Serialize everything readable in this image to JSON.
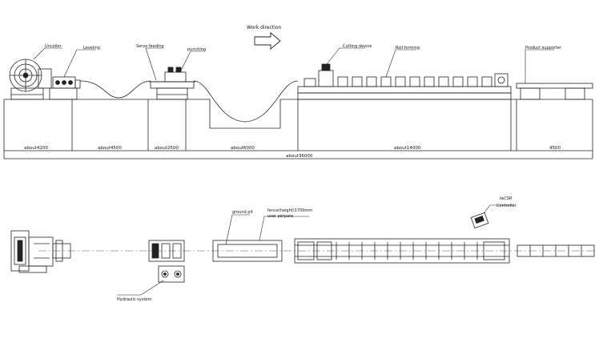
{
  "header": {
    "work_direction": "Work direction"
  },
  "side_view": {
    "labels": {
      "uncoiler": "Uncoiler",
      "leveling": "Leveling",
      "servo_feeding": "Servo feeding",
      "punching": "punching",
      "cutting_device": "Cutting device",
      "roll_forming": "Roll forming",
      "product_supporter": "Product supporter"
    },
    "dimensions": {
      "d1": "about4100",
      "d2": "about4500",
      "d3": "about2500",
      "d4": "about6000",
      "d5": "about14000",
      "d6": "4500",
      "total": "about36000"
    }
  },
  "plan_view": {
    "labels": {
      "ground_pit": "ground pit",
      "fence": "fence(height)1700mm",
      "user_prepare": "user perpare",
      "controller_code": "№CSR",
      "controller": "Controller",
      "hydraulic": "Hydraulic system"
    }
  }
}
